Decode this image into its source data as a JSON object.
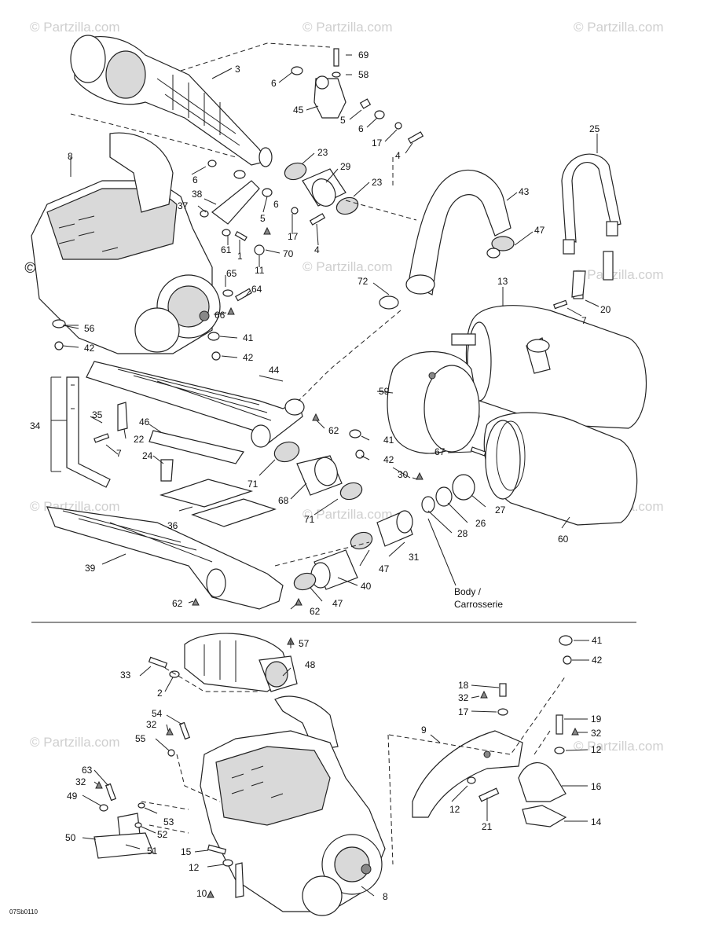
{
  "watermark": {
    "text": "Partzilla.com",
    "copyright": "©",
    "main": "© Partzilla.com"
  },
  "diagram_code": "07Sb0110",
  "body_label": {
    "line1": "Body /",
    "line2": "Carrosserie"
  },
  "callouts": {
    "n2": "2",
    "n3": "3",
    "n4a": "4",
    "n4b": "4",
    "n5a": "5",
    "n5b": "5",
    "n6a": "6",
    "n6b": "6",
    "n6c": "6",
    "n6d": "6",
    "n7a": "7",
    "n7b": "7",
    "n8a": "8",
    "n8b": "8",
    "n9": "9",
    "n10": "10",
    "n11": "11",
    "n12a": "12",
    "n12b": "12",
    "n12c": "12",
    "n13": "13",
    "n14": "14",
    "n15": "15",
    "n16": "16",
    "n17a": "17",
    "n17b": "17",
    "n17c": "17",
    "n18": "18",
    "n19": "19",
    "n20": "20",
    "n21": "21",
    "n22": "22",
    "n23a": "23",
    "n23b": "23",
    "n24": "24",
    "n25": "25",
    "n26": "26",
    "n27": "27",
    "n28": "28",
    "n29": "29",
    "n30": "30",
    "n31": "31",
    "n32a": "32",
    "n32b": "32",
    "n32c": "32",
    "n32d": "32",
    "n33": "33",
    "n34": "34",
    "n35": "35",
    "n36": "36",
    "n37": "37",
    "n38": "38",
    "n39": "39",
    "n40": "40",
    "n41a": "41",
    "n41b": "41",
    "n41c": "41",
    "n42a": "42",
    "n42b": "42",
    "n42c": "42",
    "n42d": "42",
    "n43": "43",
    "n44": "44",
    "n45": "45",
    "n46": "46",
    "n47a": "47",
    "n47b": "47",
    "n47c": "47",
    "n48": "48",
    "n49": "49",
    "n50": "50",
    "n51": "51",
    "n52": "52",
    "n53": "53",
    "n54": "54",
    "n55": "55",
    "n56": "56",
    "n57": "57",
    "n58": "58",
    "n59": "59",
    "n60": "60",
    "n61": "61",
    "n62a": "62",
    "n62b": "62",
    "n62c": "62",
    "n63": "63",
    "n64": "64",
    "n65": "65",
    "n66": "66",
    "n67": "67",
    "n68": "68",
    "n69": "69",
    "n70": "70",
    "n71a": "71",
    "n71b": "71",
    "n72": "72",
    "n1": "1"
  }
}
